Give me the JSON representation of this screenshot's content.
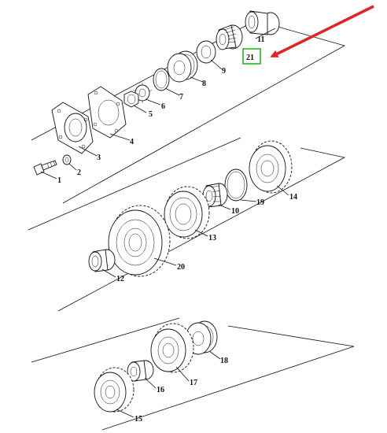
{
  "diagram": {
    "highlight": {
      "label": "21",
      "box_color": "#2bb52b",
      "arrow_color": "#e02424"
    },
    "callouts": {
      "p1": "1",
      "p2": "2",
      "p3": "3",
      "p4": "4",
      "p5": "5",
      "p6": "6",
      "p7": "7",
      "p8": "8",
      "p9": "9",
      "p10": "10",
      "p11": "11",
      "p12": "12",
      "p13": "13",
      "p14": "14",
      "p15": "15",
      "p16": "16",
      "p17": "17",
      "p18": "18",
      "p19": "19",
      "p20": "20"
    }
  }
}
